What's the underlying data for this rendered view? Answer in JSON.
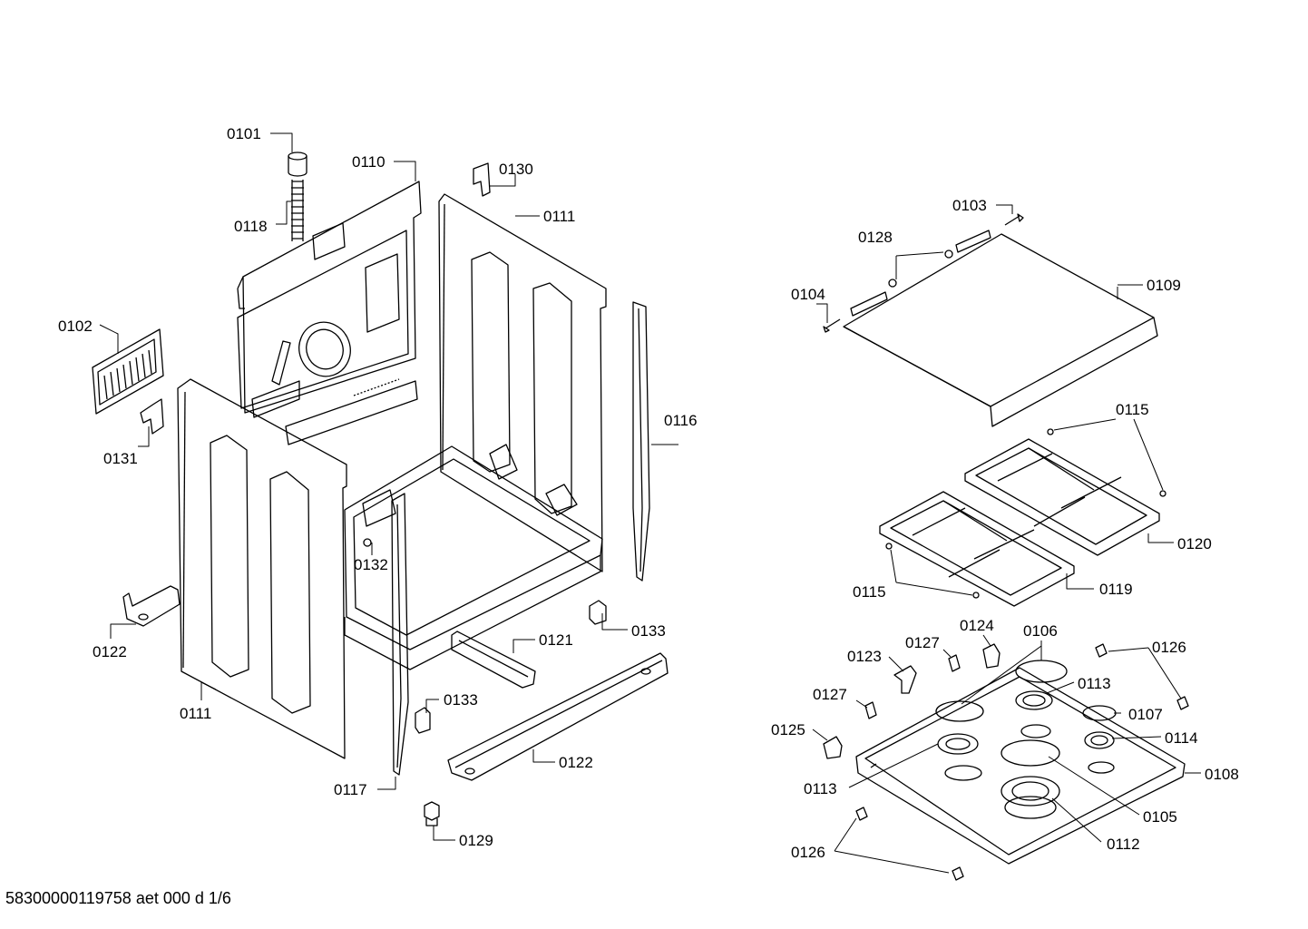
{
  "footer_code": "58300000119758 aet 000 d 1/6",
  "parts": {
    "p0101": "0101",
    "p0102": "0102",
    "p0103": "0103",
    "p0104": "0104",
    "p0105": "0105",
    "p0106": "0106",
    "p0107": "0107",
    "p0108": "0108",
    "p0109": "0109",
    "p0110": "0110",
    "p0111a": "0111",
    "p0111b": "0111",
    "p0112": "0112",
    "p0113a": "0113",
    "p0113b": "0113",
    "p0114": "0114",
    "p0115a": "0115",
    "p0115b": "0115",
    "p0116": "0116",
    "p0117": "0117",
    "p0118": "0118",
    "p0119": "0119",
    "p0120": "0120",
    "p0121": "0121",
    "p0122a": "0122",
    "p0122b": "0122",
    "p0123": "0123",
    "p0124": "0124",
    "p0125": "0125",
    "p0126a": "0126",
    "p0126b": "0126",
    "p0127a": "0127",
    "p0127b": "0127",
    "p0128": "0128",
    "p0129": "0129",
    "p0130": "0130",
    "p0131": "0131",
    "p0132": "0132",
    "p0133a": "0133",
    "p0133b": "0133"
  }
}
